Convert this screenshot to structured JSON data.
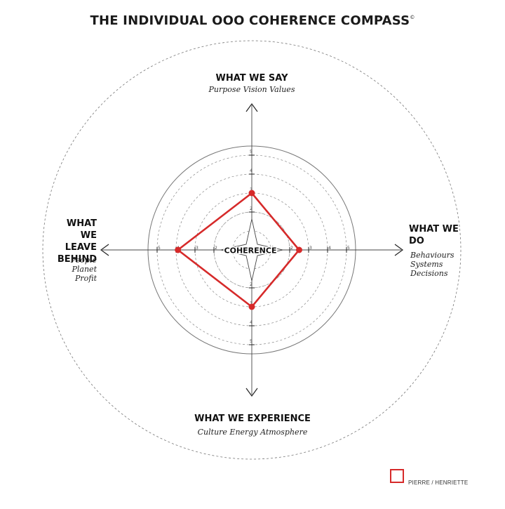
{
  "title": "THE INDIVIDUAL OOO COHERENCE COMPASS",
  "title_mark": "©",
  "center_label": "COHERENCE",
  "axes": {
    "top": {
      "heading": "WHAT WE SAY",
      "sub": "Purpose Vision Values"
    },
    "right": {
      "heading": [
        "WHAT WE",
        "DO"
      ],
      "sub": [
        "Behaviours",
        "Systems",
        "Decisions"
      ]
    },
    "bottom": {
      "heading": "WHAT WE EXPERIENCE",
      "sub": "Culture Energy Atmosphere"
    },
    "left": {
      "heading": [
        "WHAT WE",
        "LEAVE",
        "BEHIND"
      ],
      "sub": [
        "People",
        "Planet",
        "Profit"
      ]
    }
  },
  "scale_ticks": [
    "1",
    "2",
    "3",
    "4",
    "5"
  ],
  "chart_data": {
    "type": "radar",
    "axes_order": [
      "WHAT WE SAY",
      "WHAT WE DO",
      "WHAT WE EXPERIENCE",
      "WHAT WE LEAVE BEHIND"
    ],
    "scale": [
      0,
      5
    ],
    "series": [
      {
        "name": "PIERRE / HENRIETTE",
        "values": [
          3,
          2.5,
          3,
          3.9
        ]
      }
    ]
  },
  "legend": {
    "label": "PIERRE / HENRIETTE"
  },
  "colors": {
    "series": "#d62a2a",
    "lines": "#555555",
    "text": "#1a1a1a"
  }
}
